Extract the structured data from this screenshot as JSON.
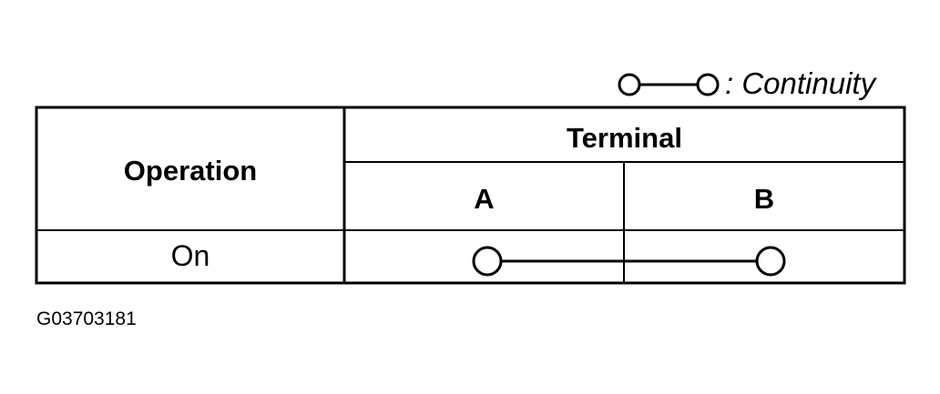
{
  "legend": {
    "symbol": "continuity-symbol",
    "label": ": Continuity"
  },
  "table": {
    "header_operation": "Operation",
    "header_terminal": "Terminal",
    "terminals": [
      "A",
      "B"
    ],
    "rows": [
      {
        "operation": "On",
        "continuity": [
          "A",
          "B"
        ]
      }
    ]
  },
  "figure_id": "G03703181"
}
